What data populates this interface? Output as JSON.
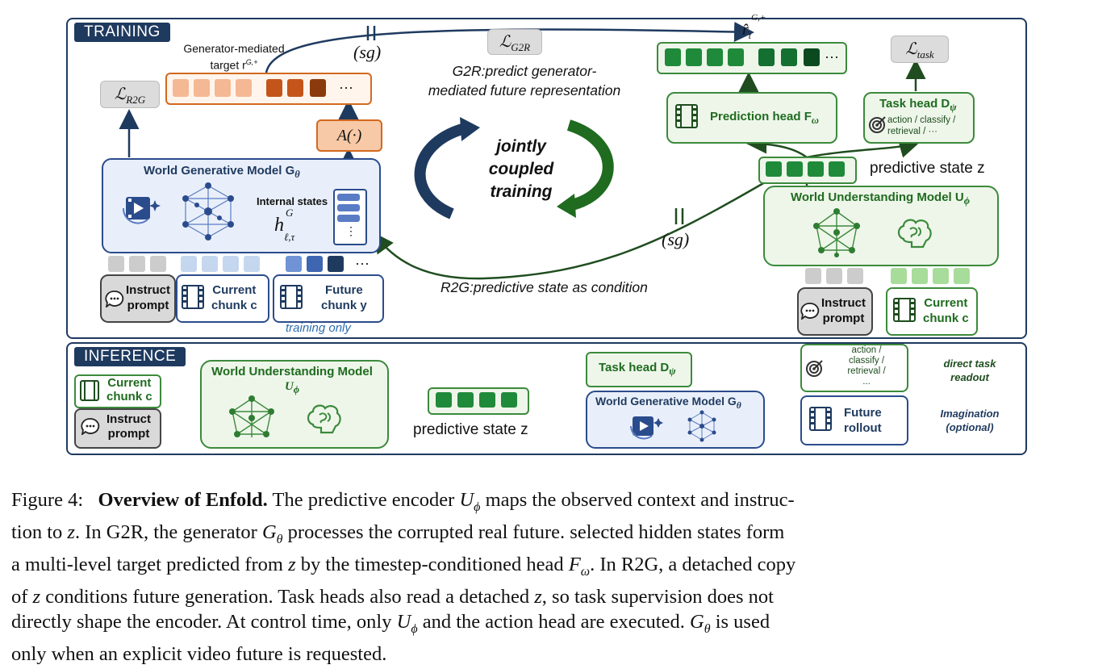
{
  "training": {
    "tag": "TRAINING",
    "gen_target_label_1": "Generator-mediated",
    "gen_target_label_2": "target r",
    "gen_target_sup": "G,+",
    "loss_r2g": "ℒR2G",
    "loss_g2r": "ℒG2R",
    "loss_task": "ℒtask",
    "sg_top": "(sg)",
    "sg_mid": "(sg)",
    "g2r_text_1": "G2R:predict generator-",
    "g2r_text_2": "mediated future representation",
    "r_hat": "r̂",
    "r_hat_sub": "t",
    "r_hat_sup": "G,+",
    "adapter": "A(·)",
    "ellipsis": "···",
    "wgm_title": "World Generative Model G",
    "wgm_sub": "θ",
    "internal_states": "Internal states",
    "hidden": "h",
    "hidden_sup": "G",
    "hidden_sub": "ℓ,τ",
    "jointly_1": "jointly",
    "jointly_2": "coupled",
    "jointly_3": "training",
    "prediction_head": "Prediction head F",
    "prediction_head_sub": "ω",
    "task_head": "Task head D",
    "task_head_sub": "ψ",
    "task_items_1": "action / classify /",
    "task_items_2": "retrieval /  ···",
    "predictive_state": "predictive state z",
    "wum_title": "World Understanding Model U",
    "wum_sub": "ϕ",
    "instruct_1": "Instruct",
    "instruct_2": "prompt",
    "current_1": "Current",
    "current_2": "chunk c",
    "future_1": "Future",
    "future_2": "chunk y",
    "training_only": "training only",
    "r2g_text": "R2G:predictive state as condition",
    "instruct_r_1": "Instruct",
    "instruct_r_2": "prompt",
    "current_r_1": "Current",
    "current_r_2": "chunk c"
  },
  "inference": {
    "tag": "INFERENCE",
    "current_1": "Current",
    "current_2": "chunk c",
    "instruct_1": "Instruct",
    "instruct_2": "prompt",
    "wum_title": "World Understanding Model",
    "wum_u": "U",
    "wum_sub": "ϕ",
    "predictive_state": "predictive state z",
    "task_head": "Task head D",
    "task_head_sub": "ψ",
    "out_1": "action /",
    "out_2": "classify /",
    "out_3": "retrieval /",
    "out_4": "...",
    "wgm_title": "World Generative Model G",
    "wgm_sub": "θ",
    "future_1": "Future",
    "future_2": "rollout",
    "direct_1": "direct task",
    "direct_2": "readout",
    "imag_1": "Imagination",
    "imag_2": "(optional)"
  },
  "caption": {
    "prefix": "Figure 4:",
    "bold": "Overview of Enfold.",
    "text": "The predictive encoder U_ϕ maps the observed context and instruction to z. In G2R, the generator G_θ processes the corrupted real future. selected hidden states form a multi-level target predicted from z by the timestep-conditioned head F_ω. In R2G, a detached copy of z conditions future generation. Task heads also read a detached z, so task supervision does not directly shape the encoder. At control time, only U_ϕ and the action head are executed. G_θ is used only when an explicit video future is requested.",
    "t1": "The predictive encoder ",
    "t2": " maps the observed context and instruc-",
    "t3": "tion to ",
    "t4": ". In G2R, the generator ",
    "t5": " processes the corrupted real future. selected hidden states form",
    "t6": "a multi-level target predicted from ",
    "t7": " by the timestep-conditioned head ",
    "t8": ". In R2G, a detached copy",
    "t9": "of ",
    "t10": " conditions future generation.  Task heads also read a detached ",
    "t11": ", so task supervision does not",
    "t12": "directly shape the encoder. At control time, only ",
    "t13": " and the action head are executed. ",
    "t14": " is used",
    "t15": "only when an explicit video future is requested."
  },
  "colors": {
    "navy": "#1f3a5f",
    "green": "#2e7d32",
    "orange": "#d2691e",
    "blue": "#2b4c8c"
  }
}
